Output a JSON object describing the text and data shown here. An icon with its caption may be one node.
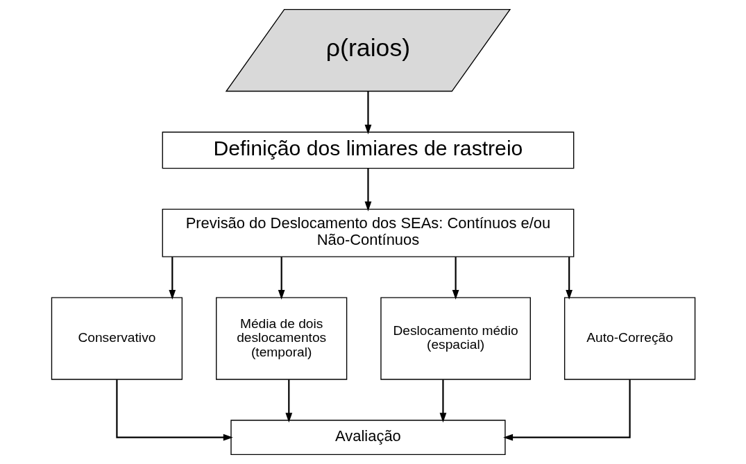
{
  "diagram": {
    "nodes": [
      {
        "text": [
          "ρ(raios)"
        ]
      },
      {
        "text": [
          "Definição dos limiares de rastreio"
        ]
      },
      {
        "text": [
          "Previsão do Deslocamento dos SEAs: Contínuos e/ou Não-Contínuos"
        ]
      },
      {
        "text": [
          "Conservativo"
        ]
      },
      {
        "text": [
          "Média de dois deslocamentos (temporal)"
        ]
      },
      {
        "text": [
          "Deslocamento médio (espacial)"
        ]
      },
      {
        "text": [
          "Auto-Correção"
        ]
      },
      {
        "text": [
          "Avaliação"
        ]
      }
    ],
    "edges": [
      {
        "from": 0,
        "to": 1,
        "arrow": "to"
      },
      {
        "from": 1,
        "to": 2,
        "arrow": "to"
      },
      {
        "from": 2,
        "to": 3,
        "arrow": "to"
      },
      {
        "from": 2,
        "to": 4,
        "arrow": "to"
      },
      {
        "from": 2,
        "to": 5,
        "arrow": "to"
      },
      {
        "from": 2,
        "to": 6,
        "arrow": "to"
      },
      {
        "from": 3,
        "to": 7,
        "arrow": "to"
      },
      {
        "from": 4,
        "to": 7,
        "arrow": "to"
      },
      {
        "from": 5,
        "to": 7,
        "arrow": "to"
      },
      {
        "from": 6,
        "to": 7,
        "arrow": "to"
      }
    ]
  }
}
